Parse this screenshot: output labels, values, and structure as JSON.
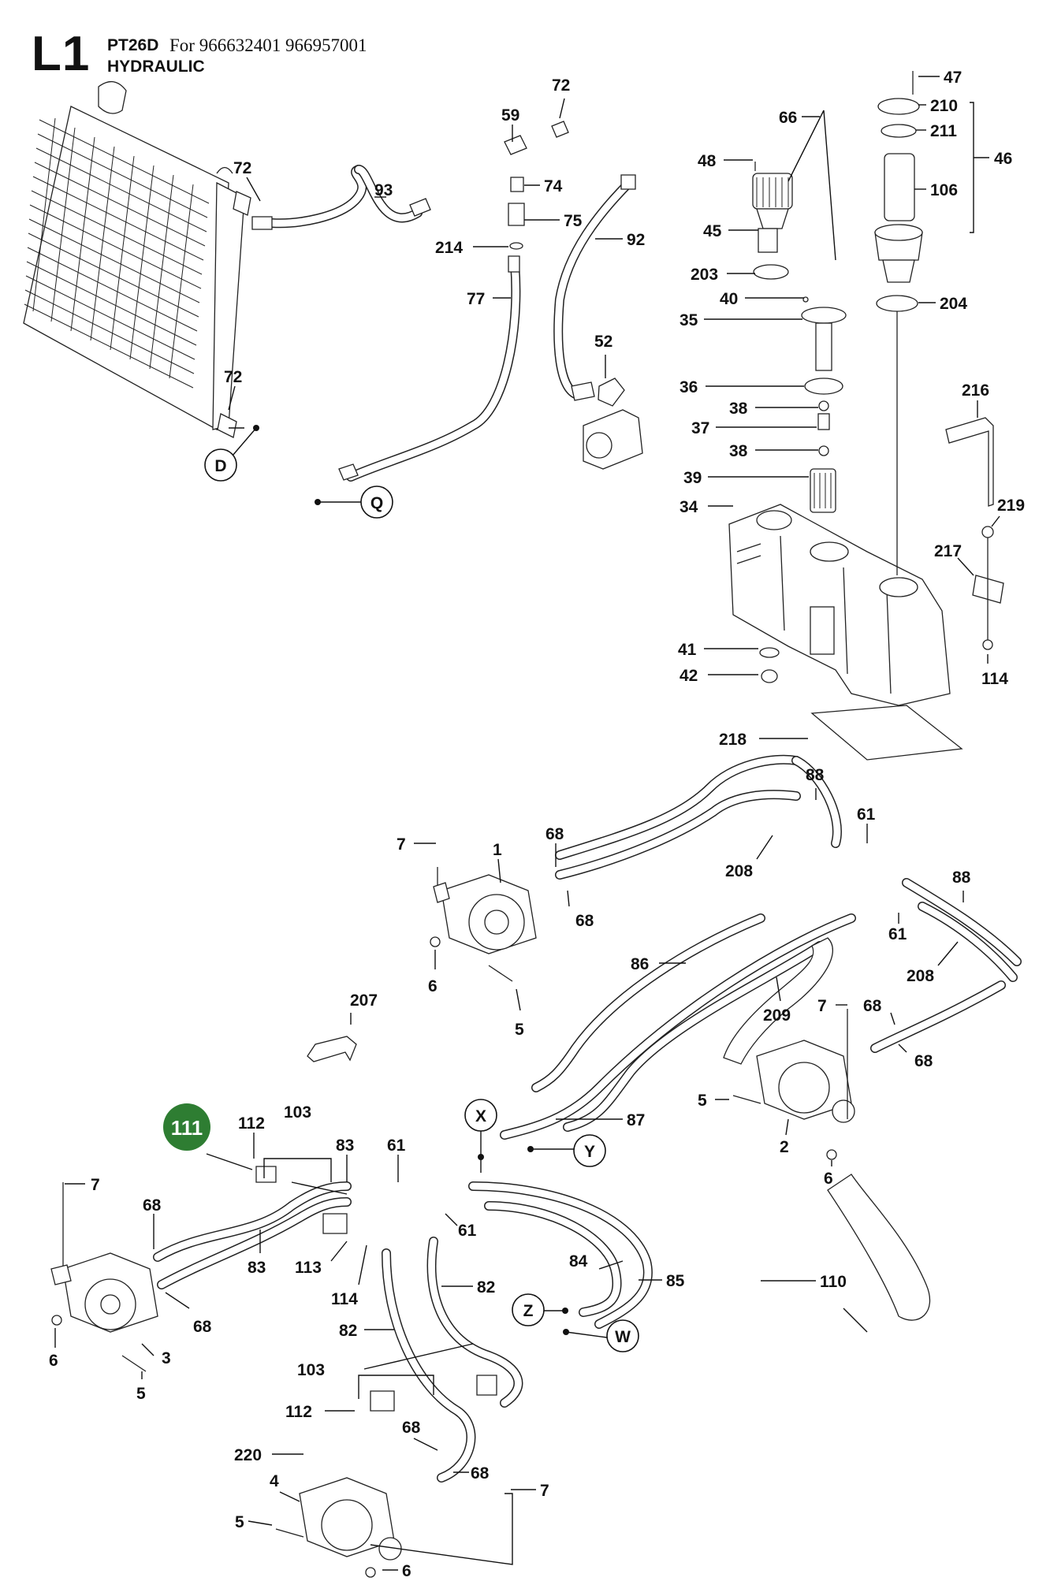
{
  "header": {
    "section_code": "L1",
    "model": "PT26D",
    "applies_to": "For 966632401 966957001",
    "section_title": "HYDRAULIC"
  },
  "highlight": {
    "label": "111",
    "color": "#2e7d32"
  },
  "ref_points": [
    "D",
    "Q",
    "X",
    "Y",
    "Z",
    "W"
  ],
  "part_labels": [
    "72",
    "93",
    "59",
    "72",
    "74",
    "75",
    "214",
    "77",
    "92",
    "52",
    "66",
    "48",
    "45",
    "203",
    "40",
    "35",
    "36",
    "38",
    "37",
    "38",
    "39",
    "34",
    "41",
    "42",
    "47",
    "210",
    "211",
    "46",
    "106",
    "204",
    "216",
    "219",
    "217",
    "114",
    "72",
    "218",
    "88",
    "61",
    "88",
    "208",
    "61",
    "208",
    "86",
    "209",
    "7",
    "68",
    "1",
    "68",
    "6",
    "5",
    "207",
    "7",
    "68",
    "68",
    "5",
    "2",
    "6",
    "87",
    "112",
    "103",
    "83",
    "61",
    "7",
    "68",
    "83",
    "113",
    "114",
    "61",
    "82",
    "84",
    "85",
    "110",
    "68",
    "3",
    "6",
    "5",
    "82",
    "103",
    "112",
    "68",
    "220",
    "68",
    "4",
    "7",
    "5",
    "6"
  ]
}
